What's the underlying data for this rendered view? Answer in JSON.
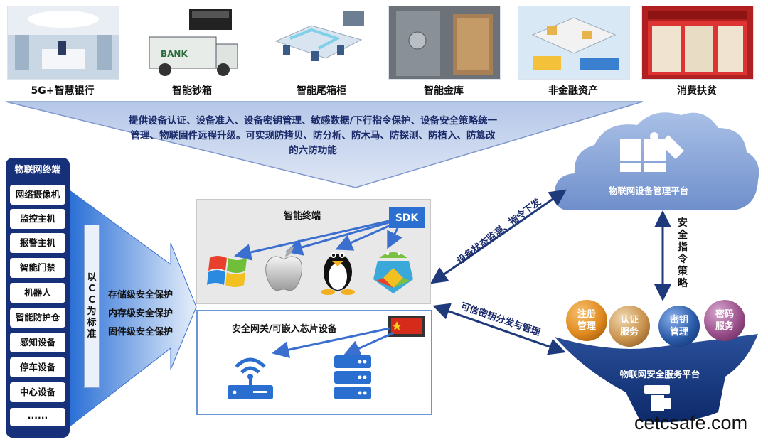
{
  "top_scenarios": [
    {
      "label": "5G+智慧银行"
    },
    {
      "label": "智能钞箱"
    },
    {
      "label": "智能尾箱柜"
    },
    {
      "label": "智能金库"
    },
    {
      "label": "非金融资产"
    },
    {
      "label": "消费扶贫"
    }
  ],
  "description": "提供设备认证、设备准入、设备密钥管理、敏感数据/下行指令保护、设备安全策略统一管理、物联固件远程升级。可实现防拷贝、防分析、防木马、防探测、防植入、防篡改的六防功能",
  "iot_terminals": {
    "title": "物联网终端",
    "items": [
      "网络摄像机",
      "监控主机",
      "报警主机",
      "智能门禁",
      "机器人",
      "智能防护仓",
      "感知设备",
      "停车设备",
      "中心设备",
      "......"
    ]
  },
  "cc_label": [
    "以",
    "C",
    "C",
    "为",
    "标",
    "准"
  ],
  "protections": [
    "存储级安全保护",
    "内存级安全保护",
    "固件级安全保护"
  ],
  "smart_terminal": {
    "title": "智能终端",
    "sdk_label": "SDK",
    "os_icons": [
      "windows-logo-icon",
      "apple-logo-icon",
      "linux-tux-icon",
      "android-logo-icon"
    ]
  },
  "gateway": {
    "title": "安全网关/可嵌入芯片设备"
  },
  "cloud": {
    "label": "物联网设备管理平台"
  },
  "links": {
    "cloud_link": "设备状态监测、指令下发",
    "security_vertical": [
      "安",
      "全",
      "指",
      "令",
      "策",
      "略"
    ],
    "platform_link": "可信密钥分发与管理"
  },
  "services": [
    {
      "label": "注册管理",
      "color": "#e08a1e"
    },
    {
      "label": "认证服务",
      "color": "#c9924c"
    },
    {
      "label": "密钥管理",
      "color": "#2a5aa8"
    },
    {
      "label": "密码服务",
      "color": "#9a4f8a"
    }
  ],
  "platform": {
    "label": "物联网安全服务平台"
  },
  "watermark": "cetcsafe.com"
}
